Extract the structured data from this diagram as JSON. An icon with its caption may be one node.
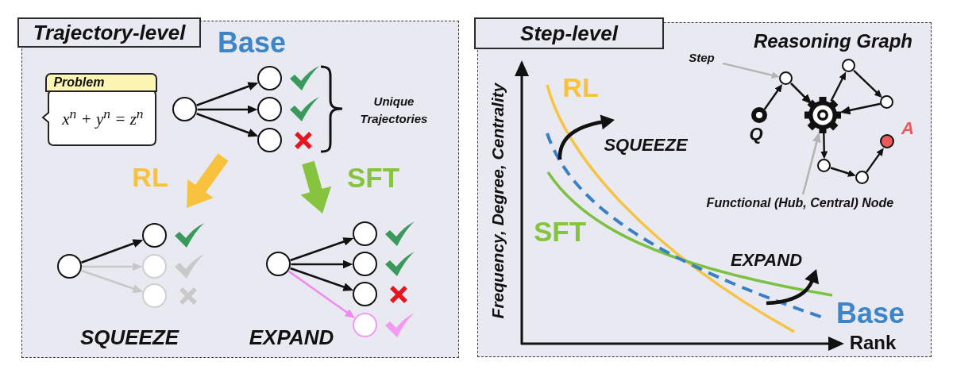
{
  "diagram": {
    "nodes": [
      {
        "text": [
          "Trajectory-level"
        ]
      },
      {
        "text": [
          "Problem",
          "x$^{n}$ + y$^{n}$ = z$^{n}$"
        ],
        "in": 0
      },
      {
        "text": [],
        "shape": "circle",
        "in": 0
      },
      {
        "text": [],
        "shape": "circle",
        "in": 0
      },
      {
        "text": [],
        "shape": "circle",
        "in": 0
      },
      {
        "text": [],
        "shape": "circle",
        "in": 0
      },
      {
        "text": [],
        "shape": "circle",
        "in": 0
      },
      {
        "text": [],
        "shape": "circle",
        "in": 0
      },
      {
        "text": [],
        "shape": "circle",
        "in": 0
      },
      {
        "text": [],
        "shape": "circle",
        "in": 0
      },
      {
        "text": [],
        "shape": "circle",
        "in": 0
      },
      {
        "text": [],
        "shape": "circle",
        "in": 0
      },
      {
        "text": [],
        "shape": "circle",
        "in": 0
      },
      {
        "text": [],
        "shape": "circle",
        "in": 0
      },
      {
        "text": [],
        "shape": "circle",
        "in": 0
      },
      {
        "text": [
          "Step-level"
        ]
      },
      {
        "text": [
          "Step"
        ],
        "in": 15
      },
      {
        "text": [],
        "shape": "circle",
        "in": 15,
        "beside": [
          "Q"
        ]
      },
      {
        "text": [],
        "shape": "circle",
        "in": 15
      },
      {
        "text": [],
        "shape": "circle",
        "in": 15
      },
      {
        "text": [],
        "shape": "gear",
        "in": 15
      },
      {
        "text": [],
        "shape": "circle",
        "in": 15
      },
      {
        "text": [],
        "shape": "circle",
        "in": 15,
        "beside": [
          "A"
        ]
      },
      {
        "text": [],
        "shape": "circle",
        "in": 15
      },
      {
        "text": [],
        "shape": "circle",
        "in": 15
      },
      {
        "text": [
          "Functional (Hub, Central) Node"
        ],
        "in": 15
      }
    ],
    "edges": [
      {
        "from": 2,
        "to": 3,
        "arrow": "to"
      },
      {
        "from": 2,
        "to": 4,
        "arrow": "to"
      },
      {
        "from": 2,
        "to": 5,
        "arrow": "to"
      },
      {
        "from": 6,
        "to": 7,
        "arrow": "to"
      },
      {
        "from": 6,
        "to": 8,
        "arrow": "to",
        "color": "#c8c8c8"
      },
      {
        "from": 6,
        "to": 9,
        "arrow": "to",
        "color": "#c8c8c8"
      },
      {
        "from": 10,
        "to": 11,
        "arrow": "to"
      },
      {
        "from": 10,
        "to": 12,
        "arrow": "to"
      },
      {
        "from": 10,
        "to": 13,
        "arrow": "to"
      },
      {
        "from": 10,
        "to": 14,
        "arrow": "to",
        "color": "#f08cf0"
      },
      {
        "from": 16,
        "to": 18,
        "arrow": "to",
        "color": "#b4b4b4"
      },
      {
        "from": 17,
        "to": 18,
        "arrow": "to"
      },
      {
        "from": 18,
        "to": 20,
        "arrow": "to"
      },
      {
        "from": 20,
        "to": 19,
        "arrow": "to"
      },
      {
        "from": 19,
        "to": 21,
        "arrow": "to"
      },
      {
        "from": 21,
        "to": 20,
        "arrow": "to"
      },
      {
        "from": 20,
        "to": 23,
        "arrow": "to"
      },
      {
        "from": 23,
        "to": 24,
        "arrow": "to"
      },
      {
        "from": 24,
        "to": 22,
        "arrow": "to"
      },
      {
        "from": 25,
        "to": 20,
        "arrow": "to",
        "color": "#b4b4b4"
      }
    ],
    "labels": [
      "Base",
      "Unique Trajectories",
      "RL",
      "SFT",
      "SQUEEZE",
      "EXPAND",
      "Reasoning Graph",
      "RL",
      "SQUEEZE",
      "SFT",
      "EXPAND",
      "Base",
      "Frequency, Degree, Centrality",
      "Rank"
    ]
  }
}
